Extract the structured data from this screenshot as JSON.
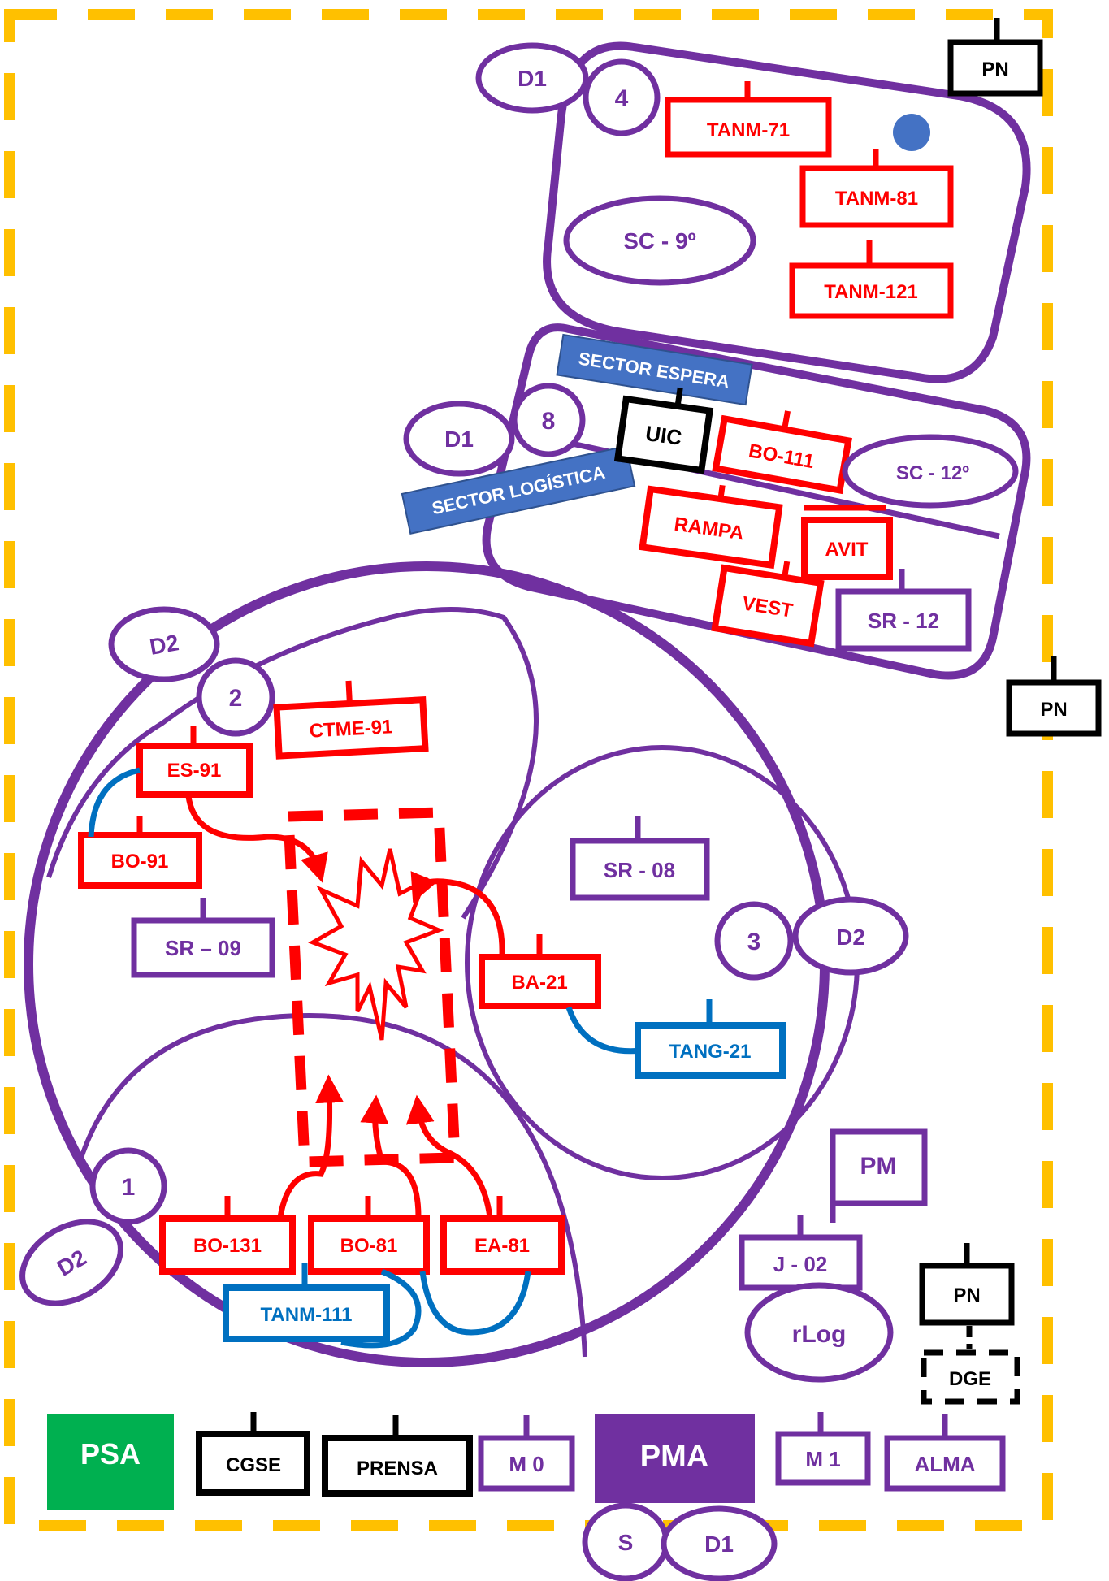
{
  "colors": {
    "purple": "#7030A0",
    "red": "#FF0000",
    "blue": "#0070C0",
    "black": "#000000",
    "yellow": "#FFC000",
    "green": "#00B050",
    "slate": "#4472C4"
  },
  "zones": {
    "z4": {
      "num": "4",
      "tag": "D1"
    },
    "z8": {
      "num": "8",
      "tag": "D1"
    },
    "z2": {
      "num": "2",
      "tag": "D2"
    },
    "z3": {
      "num": "3",
      "tag": "D2"
    },
    "z1": {
      "num": "1",
      "tag": "D2"
    }
  },
  "top_units": {
    "tanm71": "TANM-71",
    "tanm81": "TANM-81",
    "tanm121": "TANM-121",
    "sc9": "SC - 9º"
  },
  "mid_units": {
    "sector_espera": "SECTOR ESPERA",
    "sector_logistica": "SECTOR LOGÍSTICA",
    "uic": "UIC",
    "bo111": "BO-111",
    "sc12": "SC - 12º",
    "rampa": "RAMPA",
    "avit": "AVIT",
    "vest": "VEST",
    "sr12": "SR - 12"
  },
  "pn": {
    "a": "PN",
    "b": "PN",
    "c": "PN"
  },
  "circle_units": {
    "ctme91": "CTME-91",
    "es91": "ES-91",
    "bo91": "BO-91",
    "sr09": "SR – 09",
    "sr08": "SR - 08",
    "ba21": "BA-21",
    "tang21": "TANG-21",
    "bo131": "BO-131",
    "bo81": "BO-81",
    "ea81": "EA-81",
    "tanm111": "TANM-111"
  },
  "right_units": {
    "pm": "PM",
    "j02": "J - 02",
    "rlog": "rLog",
    "dge": "DGE"
  },
  "bottom_bar": {
    "psa": "PSA",
    "cgse": "CGSE",
    "prensa": "PRENSA",
    "m0": "M 0",
    "pma": "PMA",
    "m1": "M 1",
    "alma": "ALMA",
    "s": "S",
    "d1": "D1"
  }
}
